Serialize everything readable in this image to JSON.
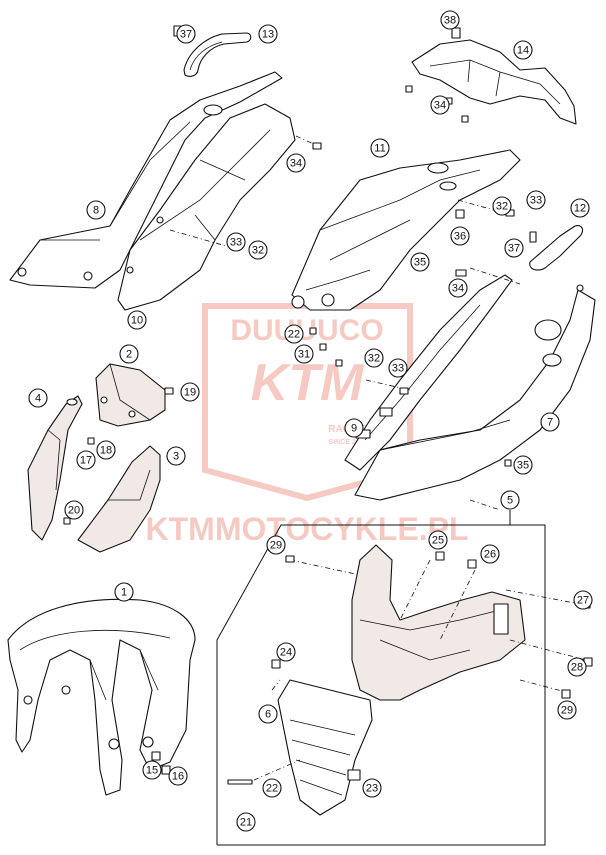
{
  "watermark": {
    "brand_top": "DUUUUCO",
    "brand_logo": "KTM",
    "brand_sub_1": "RACING",
    "brand_sub_2": "SINCE 2008",
    "site": "KTMMOTOCYKLE.PL",
    "color": "#e0452c"
  },
  "callouts": [
    {
      "id": "c37a",
      "label": "37"
    },
    {
      "id": "c13",
      "label": "13"
    },
    {
      "id": "c38",
      "label": "38"
    },
    {
      "id": "c14",
      "label": "14"
    },
    {
      "id": "c34a",
      "label": "34"
    },
    {
      "id": "c34b",
      "label": "34"
    },
    {
      "id": "c11",
      "label": "11"
    },
    {
      "id": "c8",
      "label": "8"
    },
    {
      "id": "c32a",
      "label": "32"
    },
    {
      "id": "c33a",
      "label": "33"
    },
    {
      "id": "c12",
      "label": "12"
    },
    {
      "id": "c36",
      "label": "36"
    },
    {
      "id": "c33b",
      "label": "33"
    },
    {
      "id": "c32b",
      "label": "32"
    },
    {
      "id": "c37b",
      "label": "37"
    },
    {
      "id": "c35a",
      "label": "35"
    },
    {
      "id": "c34c",
      "label": "34"
    },
    {
      "id": "c10",
      "label": "10"
    },
    {
      "id": "c22a",
      "label": "22"
    },
    {
      "id": "c31",
      "label": "31"
    },
    {
      "id": "c2",
      "label": "2"
    },
    {
      "id": "c32c",
      "label": "32"
    },
    {
      "id": "c33c",
      "label": "33"
    },
    {
      "id": "c4",
      "label": "4"
    },
    {
      "id": "c19",
      "label": "19"
    },
    {
      "id": "c7",
      "label": "7"
    },
    {
      "id": "c9",
      "label": "9"
    },
    {
      "id": "c18",
      "label": "18"
    },
    {
      "id": "c17",
      "label": "17"
    },
    {
      "id": "c3",
      "label": "3"
    },
    {
      "id": "c35b",
      "label": "35"
    },
    {
      "id": "c20",
      "label": "20"
    },
    {
      "id": "c5",
      "label": "5"
    },
    {
      "id": "c29a",
      "label": "29"
    },
    {
      "id": "c25",
      "label": "25"
    },
    {
      "id": "c26",
      "label": "26"
    },
    {
      "id": "c1",
      "label": "1"
    },
    {
      "id": "c27",
      "label": "27"
    },
    {
      "id": "c24",
      "label": "24"
    },
    {
      "id": "c28",
      "label": "28"
    },
    {
      "id": "c29b",
      "label": "29"
    },
    {
      "id": "c6",
      "label": "6"
    },
    {
      "id": "c15",
      "label": "15"
    },
    {
      "id": "c16",
      "label": "16"
    },
    {
      "id": "c22b",
      "label": "22"
    },
    {
      "id": "c23",
      "label": "23"
    },
    {
      "id": "c21",
      "label": "21"
    }
  ]
}
